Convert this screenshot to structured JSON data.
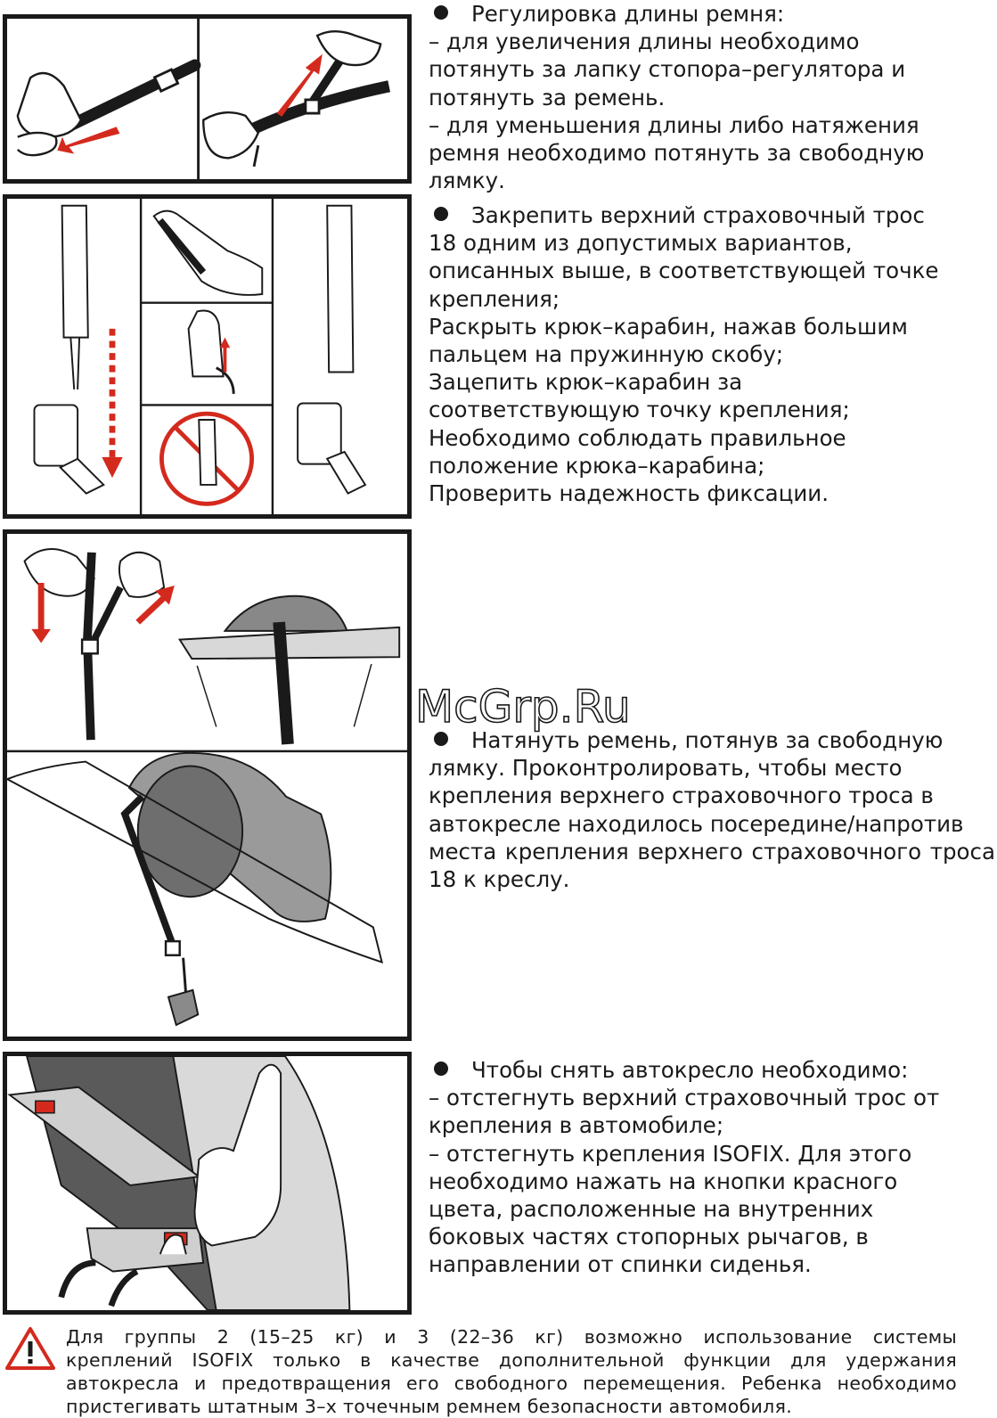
{
  "colors": {
    "accent_red": "#d42a1e",
    "ink": "#1a1a1a"
  },
  "sections": [
    {
      "id": "belt-adjust",
      "lines": [
        "Регулировка длины ремня:",
        "– для увеличения длины необходимо",
        "потянуть за лапку стопора–регулятора и",
        "потянуть за ремень.",
        "– для уменьшения длины либо натяжения",
        "ремня необходимо потянуть за свободную",
        "лямку."
      ]
    },
    {
      "id": "top-tether",
      "lines": [
        "Закрепить верхний страховочный трос",
        "18 одним из допустимых вариантов,",
        "описанных выше, в соответствующей точке",
        "крепления;",
        "Раскрыть крюк–карабин, нажав большим",
        "пальцем на пружинную скобу;",
        "Зацепить крюк–карабин за",
        "соответствующую точку крепления;",
        "Необходимо соблюдать правильное",
        "положение крюка–карабина;",
        "Проверить надежность фиксации."
      ]
    },
    {
      "id": "tighten",
      "lines": [
        "Натянуть ремень, потянув за свободную",
        "лямку. Проконтролировать, чтобы место",
        "крепления верхнего страховочного троса в",
        "автокресле находилось посередине/напротив",
        "места  крепления  верхнего  страховочного  троса",
        "18  к  креслу."
      ]
    },
    {
      "id": "remove",
      "lines": [
        "Чтобы снять автокресло необходимо:",
        "– отстегнуть верхний страховочный трос от",
        "крепления в автомобиле;",
        "– отстегнуть крепления ISOFIX. Для этого",
        "необходимо нажать на кнопки красного",
        "цвета,  расположенные на внутренних",
        "боковых частях стопорных рычагов, в",
        "направлении от спинки сиденья."
      ]
    }
  ],
  "watermark": "McGrp.Ru",
  "warning": {
    "icon": "warning-triangle-icon",
    "lines": [
      "Для  группы  2  (15–25  кг)  и  3  (22–36  кг)  возможно  использование  системы",
      "креплений  ISOFIX  только   в  качестве  дополнительной  функции  для  удержания",
      "автокресла  и  предотвращения  его  свободного  перемещения.  Ребенка  необходимо",
      "пристегивать  штатным  3–х  точечным  ремнем  безопасности  автомобиля."
    ]
  }
}
